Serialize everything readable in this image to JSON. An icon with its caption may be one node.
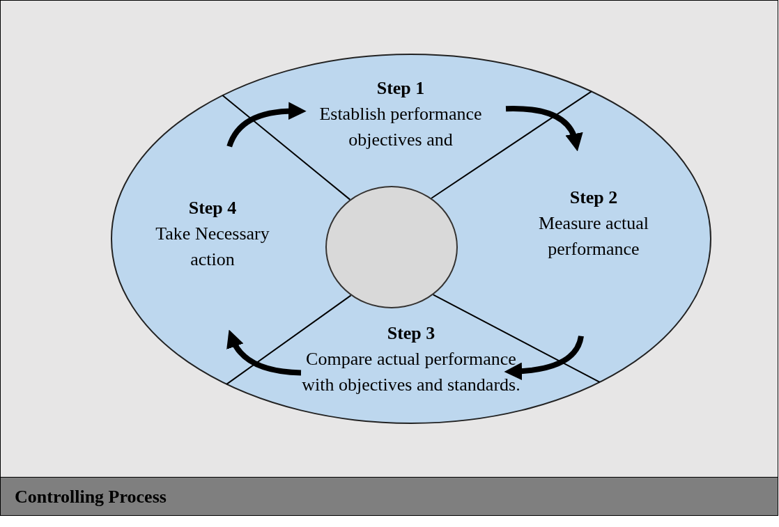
{
  "diagram": {
    "caption": "Controlling Process",
    "nodes": [
      {
        "text": [
          "Step 1",
          "Establish performance objectives and"
        ]
      },
      {
        "text": [
          "Step 2",
          "Measure actual performance"
        ]
      },
      {
        "text": [
          "Step 3",
          "Compare actual performance with objectives and standards."
        ]
      },
      {
        "text": [
          "Step 4",
          "Take Necessary action"
        ]
      },
      {
        "text": [],
        "shape": "circle"
      }
    ],
    "edges": [
      {
        "from": 0,
        "to": 1,
        "arrow": "to"
      },
      {
        "from": 1,
        "to": 2,
        "arrow": "to"
      },
      {
        "from": 2,
        "to": 3,
        "arrow": "to"
      },
      {
        "from": 3,
        "to": 0,
        "arrow": "to"
      }
    ]
  }
}
